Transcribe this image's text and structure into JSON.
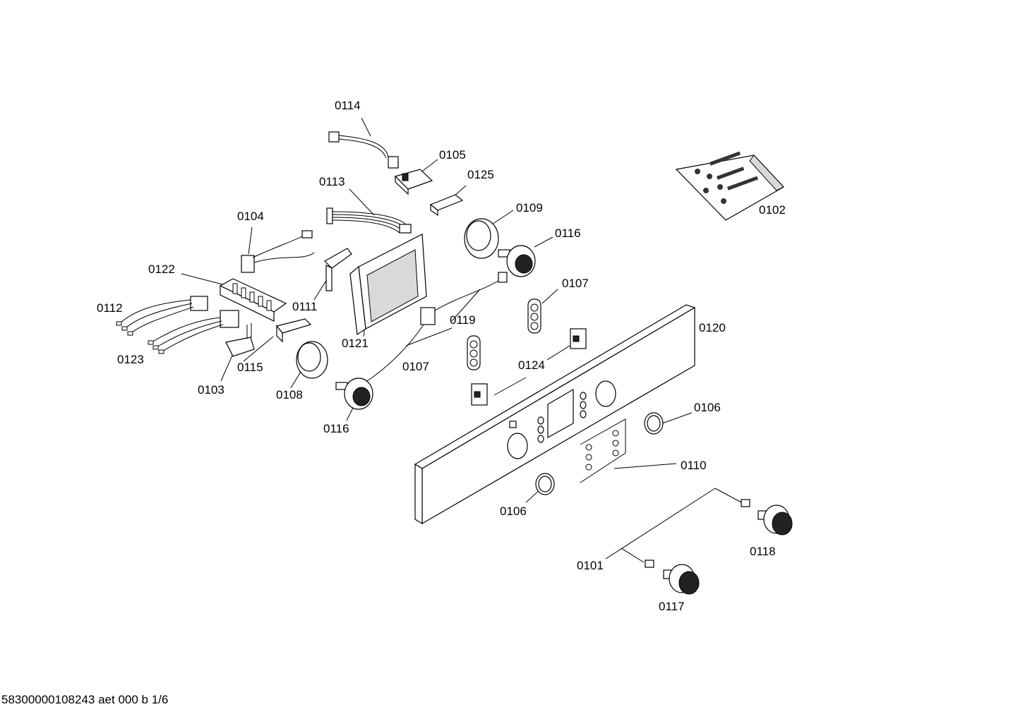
{
  "diagram": {
    "labels": [
      {
        "id": "0114",
        "text": "0114"
      },
      {
        "id": "0105",
        "text": "0105"
      },
      {
        "id": "0125",
        "text": "0125"
      },
      {
        "id": "0113",
        "text": "0113"
      },
      {
        "id": "0109",
        "text": "0109"
      },
      {
        "id": "0104",
        "text": "0104"
      },
      {
        "id": "0116a",
        "text": "0116"
      },
      {
        "id": "0102",
        "text": "0102"
      },
      {
        "id": "0122",
        "text": "0122"
      },
      {
        "id": "0107a",
        "text": "0107"
      },
      {
        "id": "0112",
        "text": "0112"
      },
      {
        "id": "0111",
        "text": "0111"
      },
      {
        "id": "0119",
        "text": "0119"
      },
      {
        "id": "0120",
        "text": "0120"
      },
      {
        "id": "0121",
        "text": "0121"
      },
      {
        "id": "0123",
        "text": "0123"
      },
      {
        "id": "0115",
        "text": "0115"
      },
      {
        "id": "0107b",
        "text": "0107"
      },
      {
        "id": "0124",
        "text": "0124"
      },
      {
        "id": "0103",
        "text": "0103"
      },
      {
        "id": "0108",
        "text": "0108"
      },
      {
        "id": "0106a",
        "text": "0106"
      },
      {
        "id": "0116b",
        "text": "0116"
      },
      {
        "id": "0110",
        "text": "0110"
      },
      {
        "id": "0106b",
        "text": "0106"
      },
      {
        "id": "0118",
        "text": "0118"
      },
      {
        "id": "0101",
        "text": "0101"
      },
      {
        "id": "0117",
        "text": "0117"
      }
    ]
  },
  "footer": {
    "text": "58300000108243 aet 000 b 1/6"
  }
}
